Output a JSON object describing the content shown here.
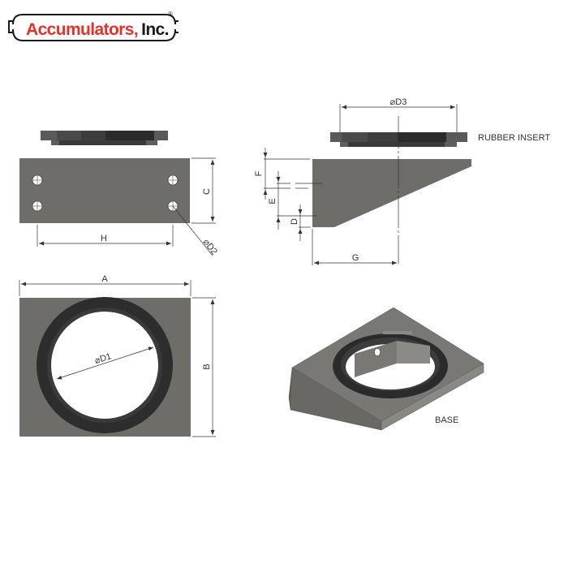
{
  "logo": {
    "text": "Accumulators, Inc.",
    "registered": "®",
    "text_color": "#e8302a",
    "suffix_color": "#1a1a1a"
  },
  "views": {
    "top_left": {
      "name": "rubber insert side + base front view",
      "dims": {
        "C": "C",
        "H": "H",
        "D2": "⌀D2"
      }
    },
    "top_right": {
      "name": "side view",
      "dims": {
        "D3": "⌀D3",
        "F": "F",
        "E": "E",
        "D": "D",
        "G": "G"
      },
      "label": "RUBBER INSERT"
    },
    "bottom_left": {
      "name": "top view",
      "dims": {
        "A": "A",
        "B": "B",
        "D1": "⌀D1"
      }
    },
    "bottom_right": {
      "name": "isometric view",
      "label": "BASE"
    }
  },
  "colors": {
    "base_gray": "#6f6d6a",
    "rubber_dark": "#2e2e2e",
    "rubber_mid": "#444444",
    "dim_line": "#333333"
  }
}
